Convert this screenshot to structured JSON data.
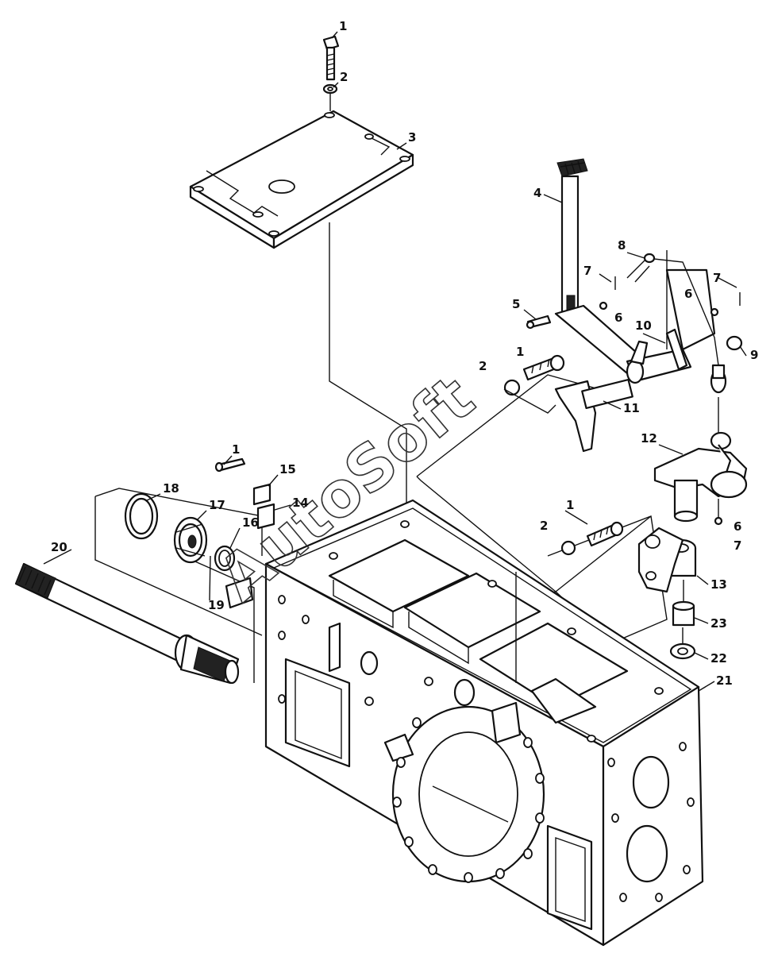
{
  "watermark": "AutoSoft",
  "labels": {
    "c1a": "1",
    "c2a": "2",
    "c3": "3",
    "c4": "4",
    "c5": "5",
    "c6a": "6",
    "c6b": "6",
    "c6c": "6",
    "c7a": "7",
    "c7b": "7",
    "c7c": "7",
    "c8": "8",
    "c9": "9",
    "c10": "10",
    "c1b": "1",
    "c2b": "2",
    "c11": "11",
    "c12": "12",
    "c1c": "1",
    "c15": "15",
    "c14": "14",
    "c18": "18",
    "c17": "17",
    "c16": "16",
    "c19": "19",
    "c20": "20",
    "c1d": "1",
    "c2c": "2",
    "c13": "13",
    "c23": "23",
    "c22": "22",
    "c21": "21"
  }
}
